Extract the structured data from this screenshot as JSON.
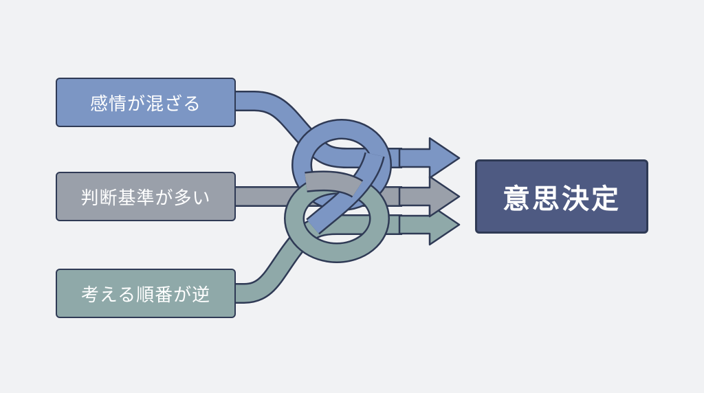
{
  "colors": {
    "background": "#f1f2f4",
    "outline": "#2f3a55",
    "emotion": "#7c96c4",
    "criteria": "#9aa0aa",
    "order": "#8fa9a9",
    "decision": "#4e5a82"
  },
  "inputs": [
    {
      "label": "感情が混ざる",
      "color_key": "emotion"
    },
    {
      "label": "判断基準が多い",
      "color_key": "criteria"
    },
    {
      "label": "考える順番が逆",
      "color_key": "order"
    }
  ],
  "output": {
    "label": "意思決定"
  }
}
